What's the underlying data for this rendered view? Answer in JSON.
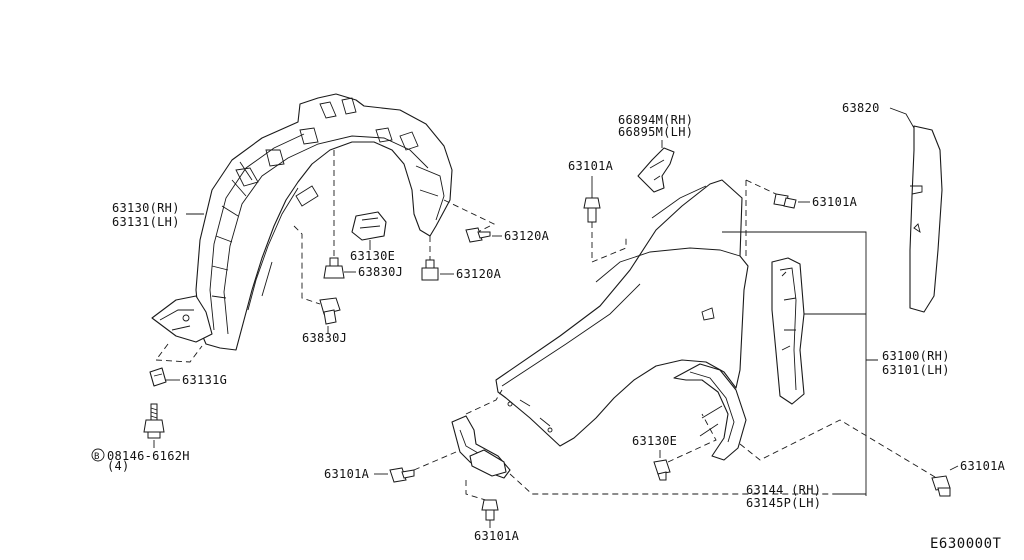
{
  "diagram_code": "E630000T",
  "labels": {
    "liner_rh": "63130(RH)",
    "liner_lh": "63131(LH)",
    "clip_63131g": "63131G",
    "bolt_code": "08146-6162H",
    "bolt_marker": "B",
    "bolt_qty": "(4)",
    "clip_63830j_upper": "63830J",
    "clip_63830j_lower": "63830J",
    "clip_63130e_upper": "63130E",
    "clip_63130e_lower": "63130E",
    "screw_63120a_upper": "63120A",
    "screw_63120a_lower": "63120A",
    "bracket_rh": "66894M(RH)",
    "bracket_lh": "66895M(LH)",
    "bolt_63101a_top": "63101A",
    "bolt_63101a_upper_right": "63101A",
    "bolt_63101a_left": "63101A",
    "bolt_63101a_bottom": "63101A",
    "bolt_63101a_lower_right": "63101A",
    "insulator": "63820",
    "fender_rh": "63100(RH)",
    "fender_lh": "63101(LH)",
    "stay_rh": "63144  (RH)",
    "stay_lh": "63145P(LH)"
  }
}
